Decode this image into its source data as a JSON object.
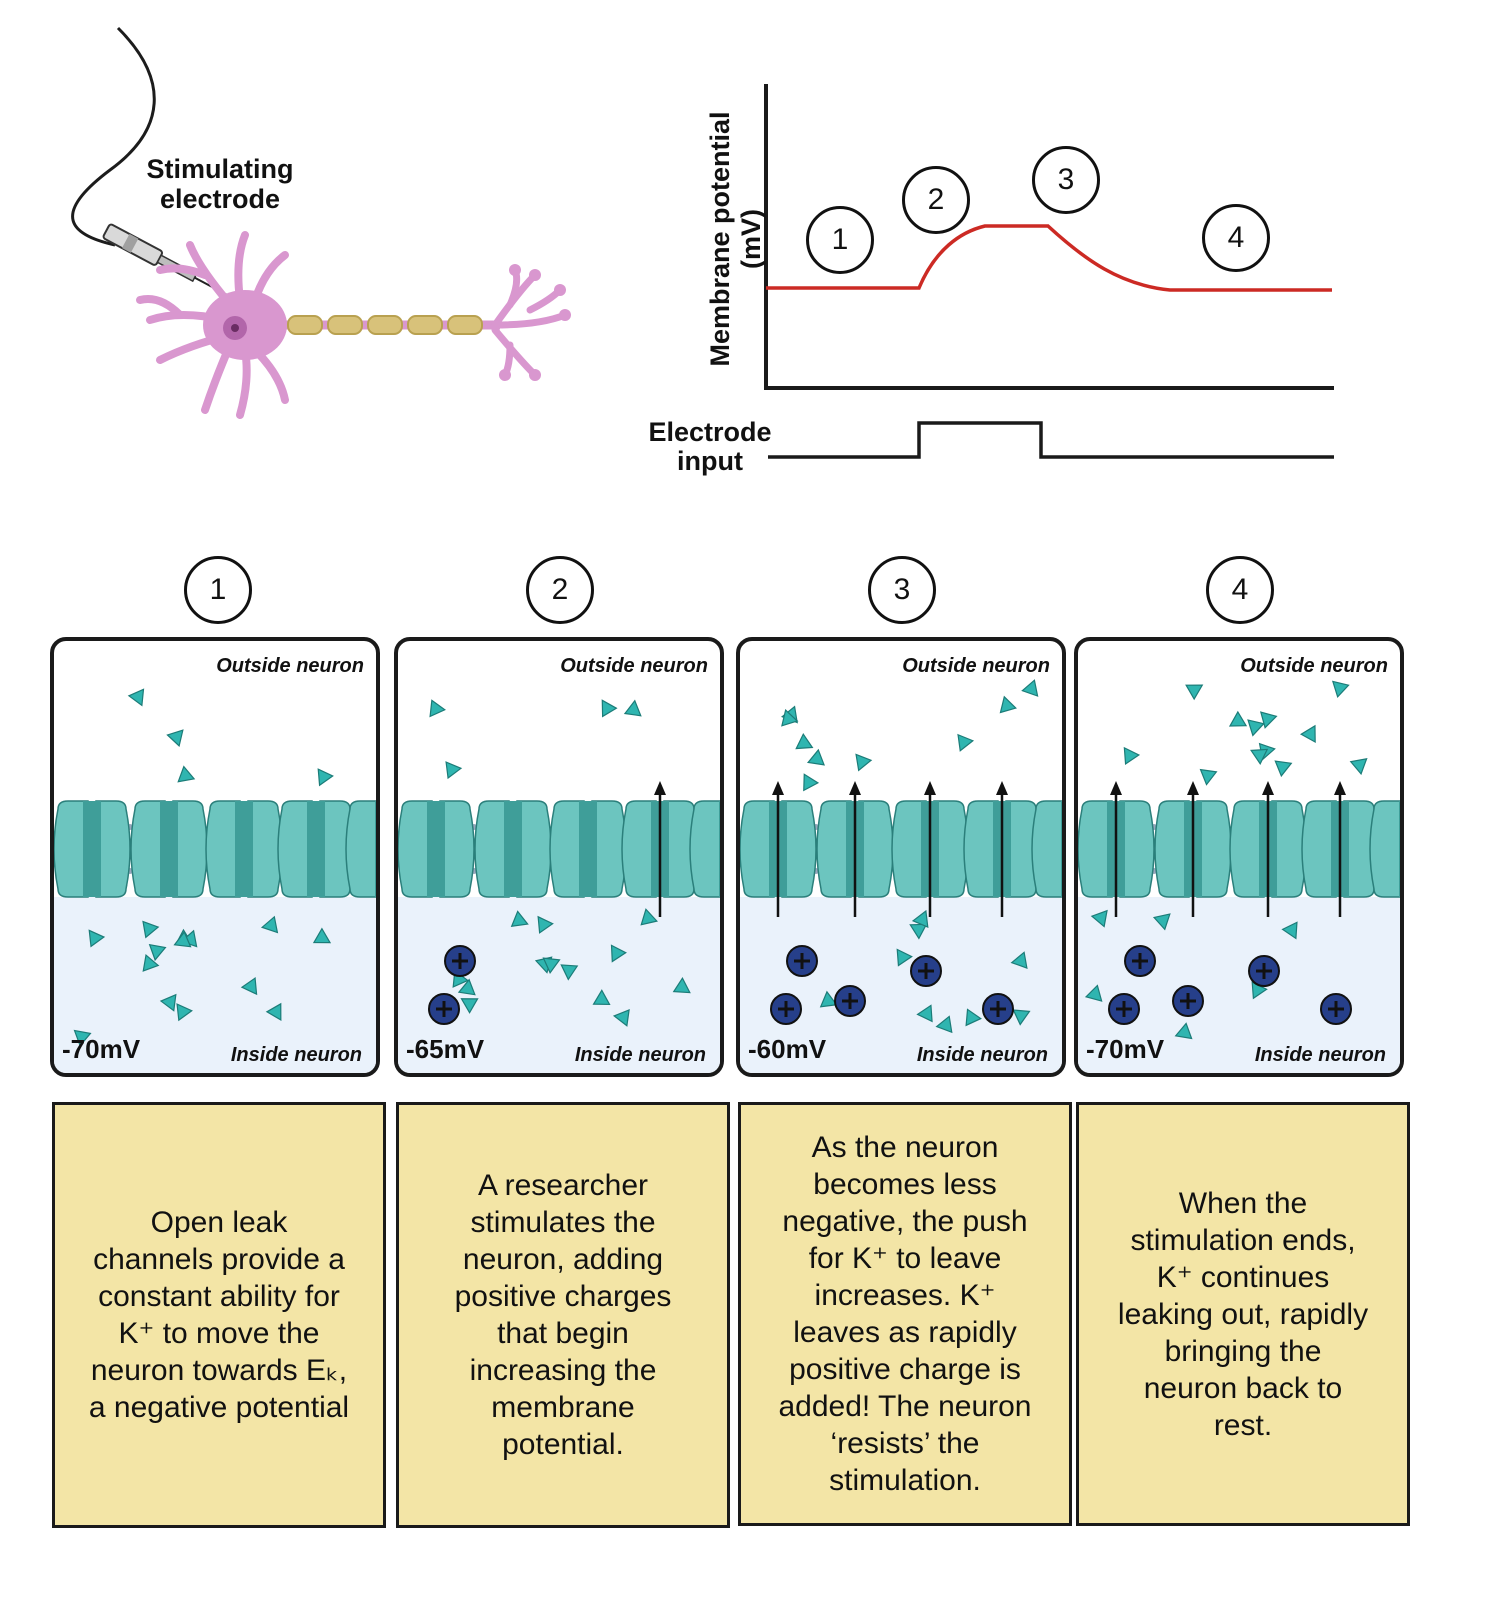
{
  "electrode_label": [
    "Stimulating",
    "electrode"
  ],
  "graph": {
    "y_axis_label": "Membrane potential (mV)",
    "input_label": [
      "Electrode",
      "input"
    ],
    "step_markers": [
      "1",
      "2",
      "3",
      "4"
    ]
  },
  "colors": {
    "trace": "#cc2a24",
    "channel": "#6cc5bf",
    "channel_dark": "#3f9e99",
    "ion": "#2fb5b0",
    "cation": "#263f8a",
    "inside": "#eaf2fb",
    "description_bg": "#f3e5a6",
    "neuron": "#d997cf"
  },
  "panels": [
    {
      "number": "1",
      "outside_label": "Outside neuron",
      "inside_label": "Inside neuron",
      "potential": "-70mV",
      "description": [
        "Open leak",
        "channels provide a",
        "constant ability for",
        "K⁺ to move the",
        "neuron towards Eₖ,",
        "a negative potential"
      ]
    },
    {
      "number": "2",
      "outside_label": "Outside neuron",
      "inside_label": "Inside neuron",
      "potential": "-65mV",
      "description": [
        "A researcher",
        "stimulates the",
        "neuron, adding",
        "positive charges",
        "that begin",
        "increasing the",
        "membrane",
        "potential."
      ]
    },
    {
      "number": "3",
      "outside_label": "Outside neuron",
      "inside_label": "Inside neuron",
      "potential": "-60mV",
      "description": [
        "As the neuron",
        "becomes less",
        "negative, the push",
        "for K⁺ to leave",
        "increases. K⁺",
        "leaves as rapidly",
        "positive charge is",
        "added! The neuron",
        "‘resists’ the",
        "stimulation."
      ]
    },
    {
      "number": "4",
      "outside_label": "Outside neuron",
      "inside_label": "Inside neuron",
      "potential": "-70mV",
      "description": [
        "When the",
        "stimulation ends,",
        "K⁺ continues",
        "leaking out, rapidly",
        "bringing the",
        "neuron back to",
        "rest."
      ]
    }
  ]
}
